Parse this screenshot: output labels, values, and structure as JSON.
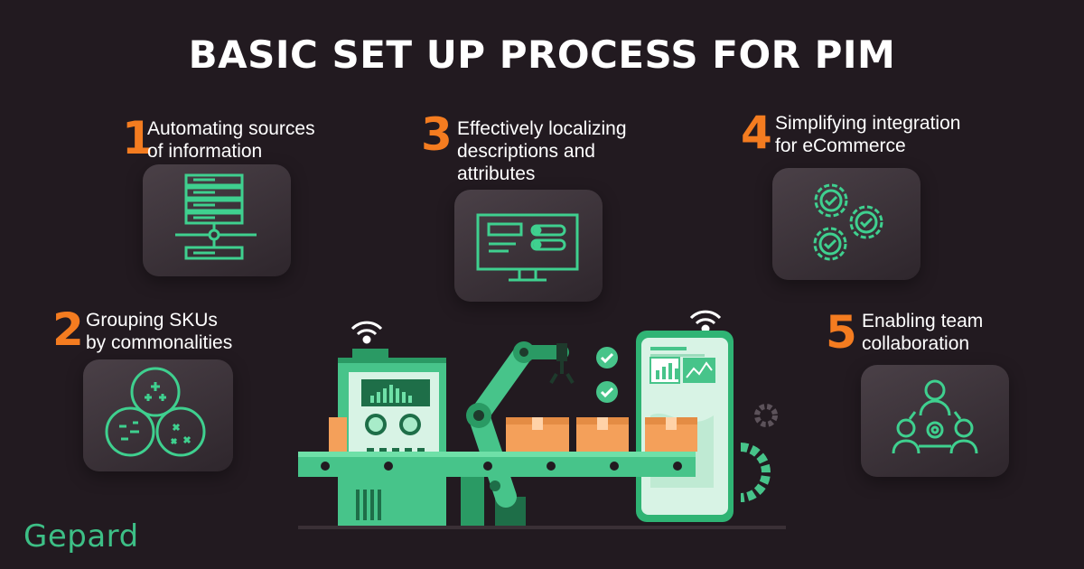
{
  "title": "BASIC SET UP PROCESS FOR PIM",
  "steps": [
    {
      "number": "1",
      "label": "Automating sources\nof information",
      "icon": "server-network-icon"
    },
    {
      "number": "2",
      "label": "Grouping SKUs\nby commonalities",
      "icon": "grouped-circles-icon"
    },
    {
      "number": "3",
      "label": "Effectively localizing\ndescriptions and\nattributes",
      "icon": "monitor-settings-icon"
    },
    {
      "number": "4",
      "label": "Simplifying integration\nfor eCommerce",
      "icon": "gears-check-icon"
    },
    {
      "number": "5",
      "label": "Enabling team\ncollaboration",
      "icon": "team-collaboration-icon"
    }
  ],
  "logo": "Gepard",
  "colors": {
    "background": "#221a20",
    "accent_orange": "#f47c20",
    "accent_green": "#3dbf86",
    "icon_green": "#3fd08f"
  }
}
